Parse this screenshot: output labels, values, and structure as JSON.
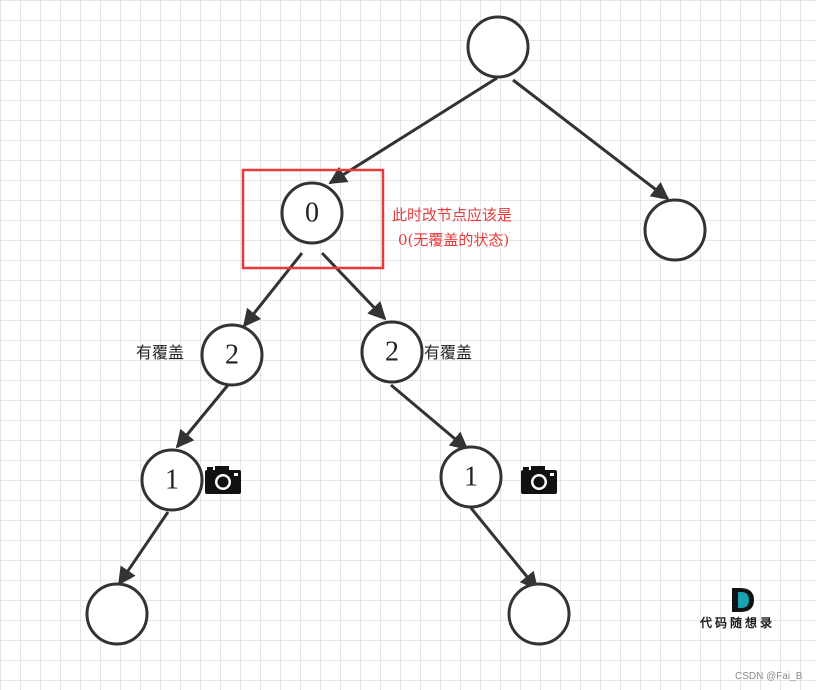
{
  "nodes": {
    "root": "",
    "left": "0",
    "right": "",
    "ll": "2",
    "lr": "2",
    "lll": "1",
    "lrr": "1",
    "leaf_left": "",
    "leaf_right": ""
  },
  "annotations": {
    "covered_left": "有覆盖",
    "covered_right": "有覆盖",
    "red_note_line1": "此时改节点应该是",
    "red_note_line2": "0(无覆盖的状态)"
  },
  "icons": [
    "camera-icon",
    "camera-icon",
    "logo-d-icon"
  ],
  "watermark": {
    "logo_text": "代码随想录",
    "csdn": "CSDN @Fai_B"
  },
  "colors": {
    "highlight": "#e83a3a",
    "stroke": "#333333",
    "logo_teal": "#1aa0b5"
  }
}
